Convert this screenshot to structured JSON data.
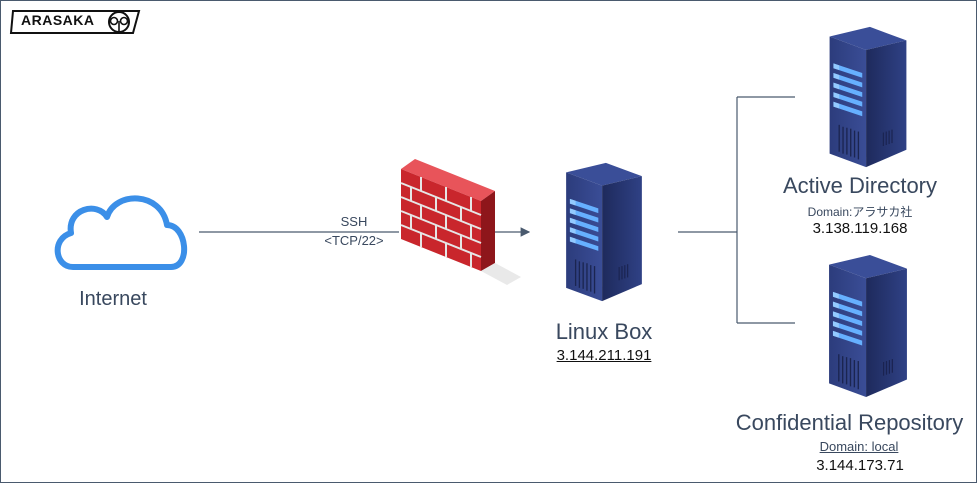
{
  "logo": {
    "text": "ARASAKA",
    "icon": "arasaka-emblem-icon"
  },
  "nodes": {
    "internet": {
      "label": "Internet",
      "icon": "cloud-icon"
    },
    "link": {
      "protocol": "SSH",
      "port": "<TCP/22>"
    },
    "firewall": {
      "icon": "firewall-brick-icon"
    },
    "linux_box": {
      "label": "Linux Box",
      "ip": "3.144.211.191",
      "icon": "server-tower-icon"
    },
    "active_directory": {
      "label": "Active Directory",
      "domain": "Domain:アラサカ社",
      "ip": "3.138.119.168",
      "icon": "server-tower-icon"
    },
    "confidential_repo": {
      "label": "Confidential Repository",
      "domain": "Domain: local",
      "ip": "3.144.173.71",
      "icon": "server-tower-icon"
    }
  },
  "colors": {
    "frame": "#4a5a6e",
    "cloud": "#3b8fe8",
    "label": "#39485e",
    "server": "#27356d",
    "server_light": "#5fa6f2",
    "firewall": "#c9262c"
  }
}
